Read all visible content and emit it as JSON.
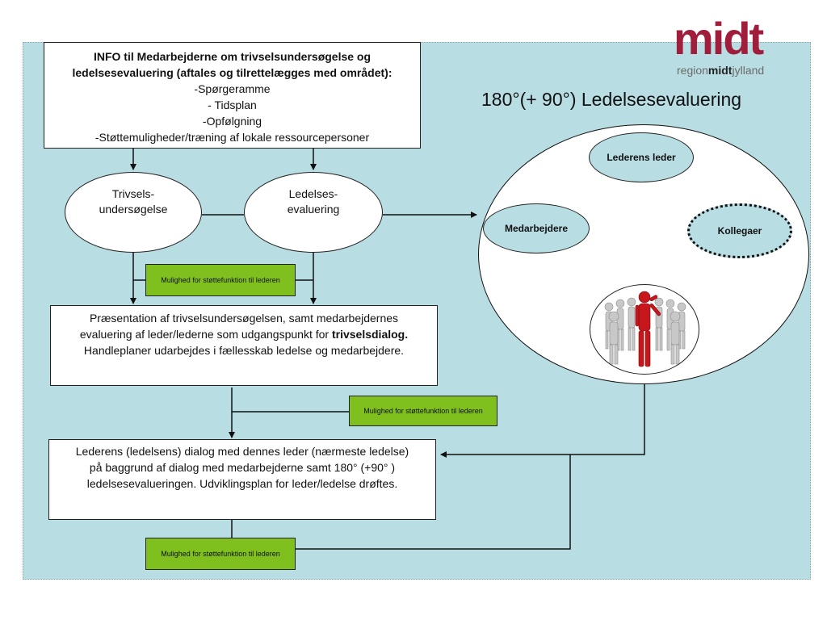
{
  "logo": {
    "word": "midt",
    "sub_left": "region",
    "sub_mid": "midt",
    "sub_right": "jylland"
  },
  "title": "180°(+ 90°) Ledelsesevaluering",
  "info_box": {
    "heading_line1": "INFO til Medarbejderne om trivselsundersøgelse og",
    "heading_line2": "ledelsesevaluering (aftales og tilrettelægges med området):",
    "items": [
      "-Spørgeramme",
      "- Tidsplan",
      "-Opfølgning",
      "-Støttemuligheder/træning af lokale ressourcepersoner"
    ]
  },
  "trivsel": {
    "line1": "Trivsels-",
    "line2": "undersøgelse"
  },
  "ledelses": {
    "line1": "Ledelses-",
    "line2": "evaluering"
  },
  "support_label": "Mulighed for støttefunktion til lederen",
  "presentation": {
    "line1": "Præsentation af trivselsundersøgelsen, samt medarbejdernes",
    "line2_pre": "evaluering af leder/lederne som udgangspunkt for ",
    "line2_bold": "trivselsdialog.",
    "line3": "Handleplaner udarbejdes i fællesskab ledelse og medarbejdere."
  },
  "dialog": {
    "line1": "Lederens (ledelsens) dialog med dennes leder (nærmeste ledelse)",
    "line2": "på baggrund af dialog med medarbejderne samt 180° (+90° )",
    "line3": "ledelsesevalueringen. Udviklingsplan for leder/ledelse drøftes."
  },
  "circle": {
    "top": "Lederens leder",
    "left": "Medarbejdere",
    "right": "Kollegaer",
    "figure": "crowd-with-red-leader-figure"
  }
}
